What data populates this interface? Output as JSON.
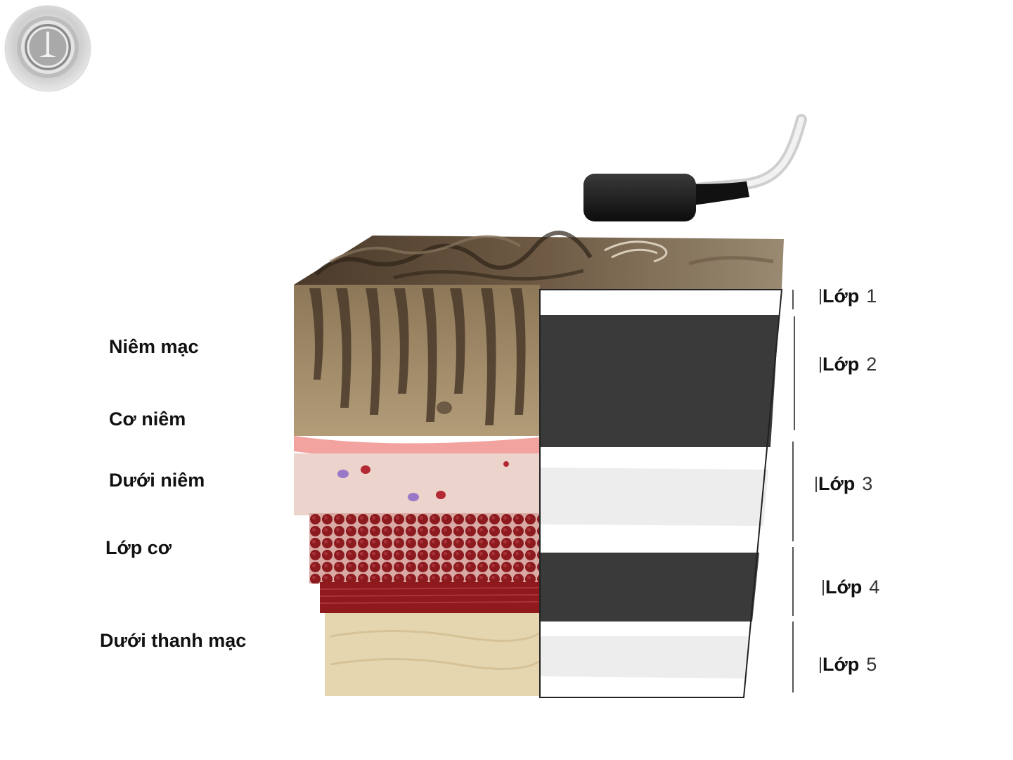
{
  "logo": {
    "icon": "endoscopy-seal-icon"
  },
  "tissue_labels": [
    {
      "text": "Niêm mạc"
    },
    {
      "text": "Cơ niêm"
    },
    {
      "text": "Dưới niêm"
    },
    {
      "text": "Lớp cơ"
    },
    {
      "text": "Dưới thanh mạc"
    }
  ],
  "echo_layers": [
    {
      "word": "Lớp",
      "num": "1",
      "echo": "hyperechoic"
    },
    {
      "word": "Lớp",
      "num": "2",
      "echo": "hypoechoic"
    },
    {
      "word": "Lớp",
      "num": "3",
      "echo": "hyperechoic"
    },
    {
      "word": "Lớp",
      "num": "4",
      "echo": "hypoechoic"
    },
    {
      "word": "Lớp",
      "num": "5",
      "echo": "hyperechoic"
    }
  ],
  "probe": {
    "icon": "ultrasound-probe-icon"
  },
  "colors": {
    "mucosa": "#a8906c",
    "muscularis_mucosae": "#f2a3a0",
    "submucosa": "#ecd3cc",
    "muscle": "#8e1a1e",
    "subserosa": "#e6d6b0",
    "dark_band": "#3a3a3a",
    "light_band": "#ededed"
  }
}
